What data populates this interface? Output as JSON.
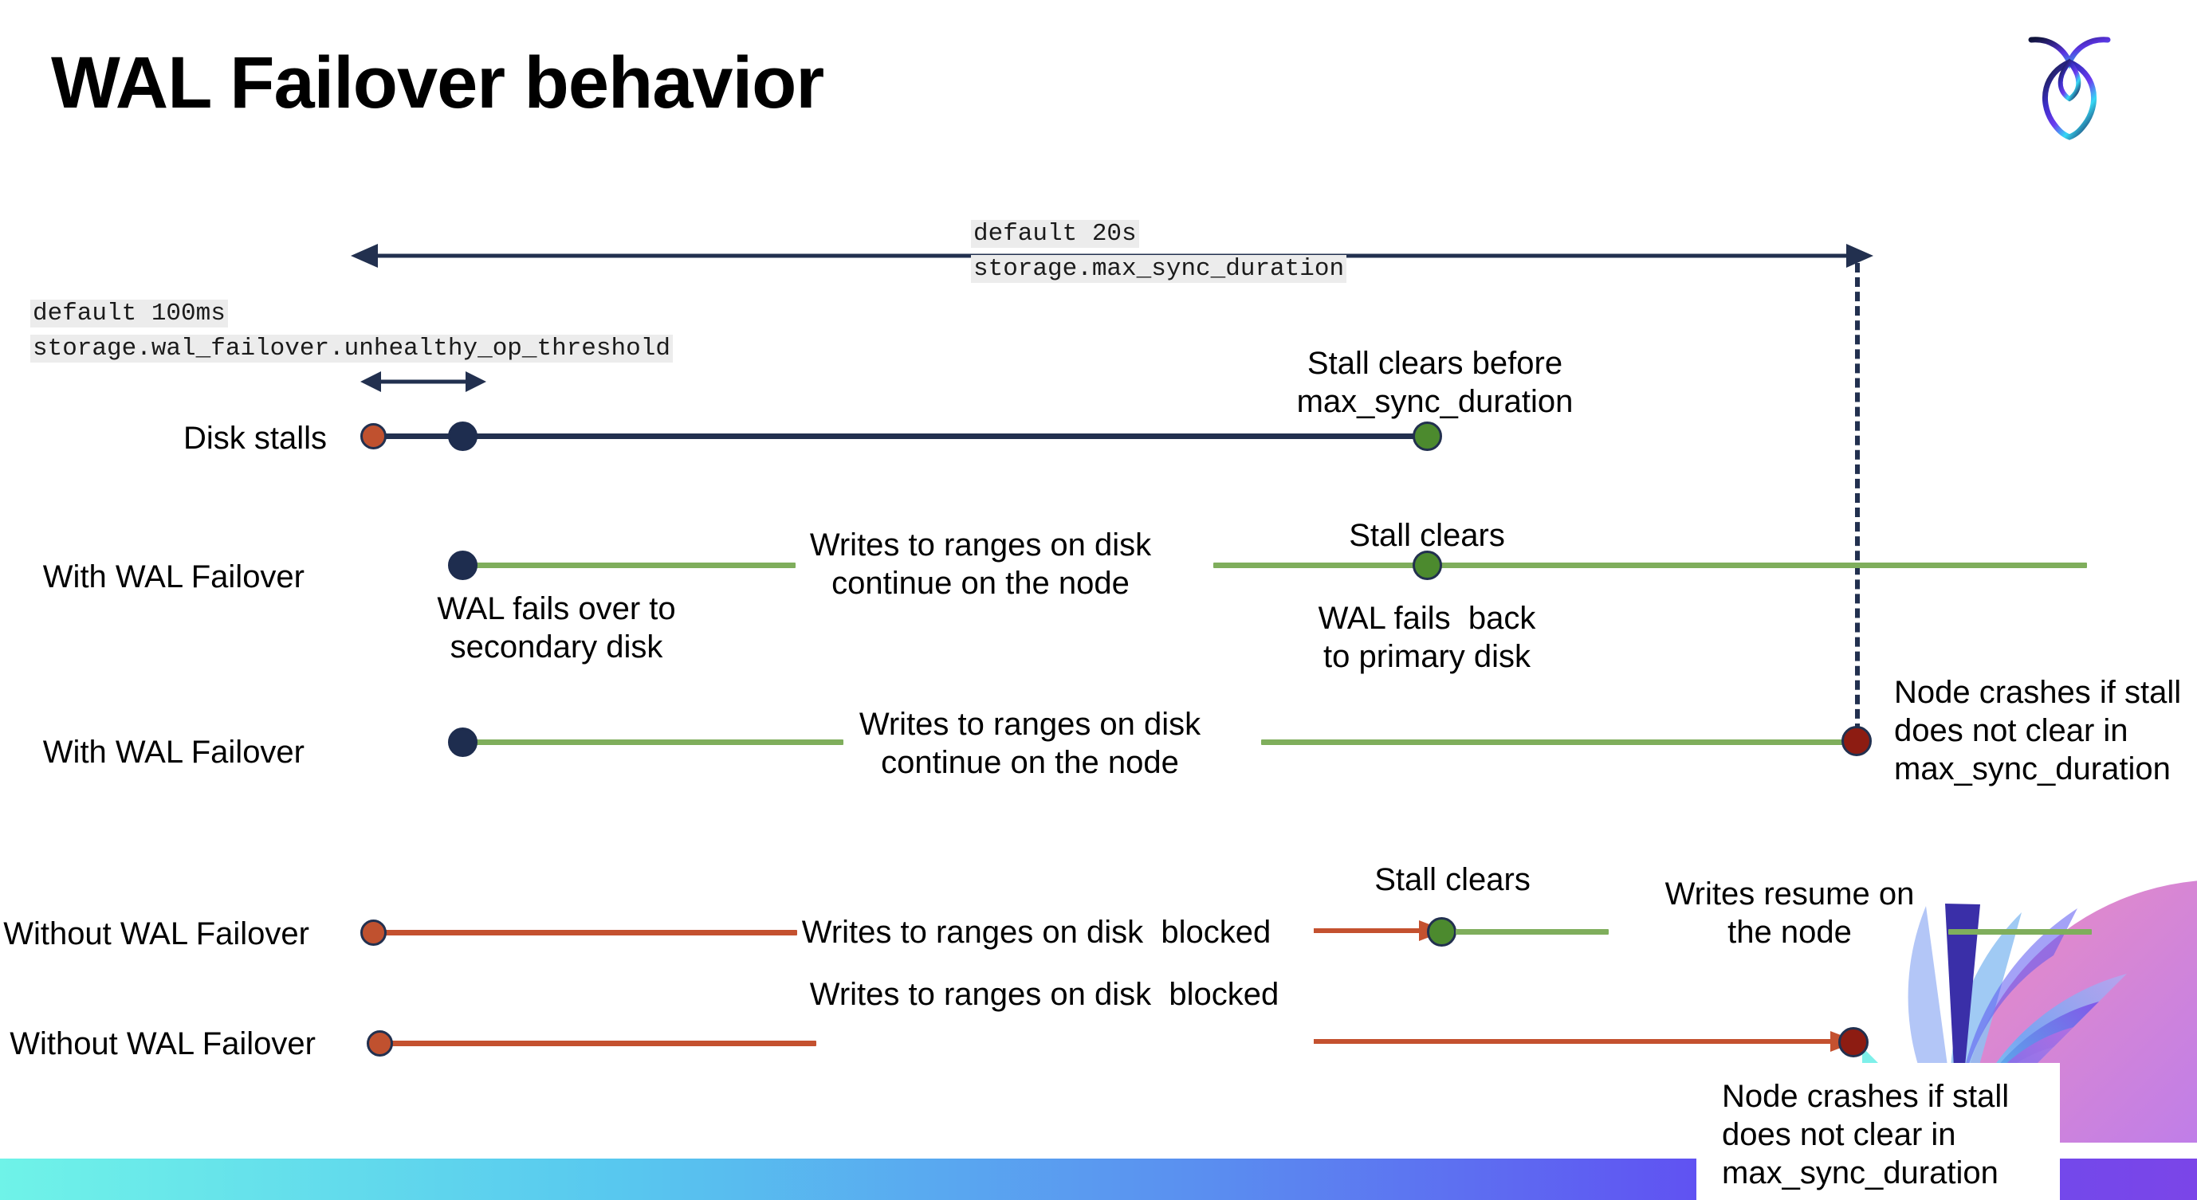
{
  "slide": {
    "title": "WAL Failover behavior",
    "logo_icon": "cockroachdb-logo-icon"
  },
  "annotations": {
    "max_sync": {
      "line1": "default 20s",
      "line2": "storage.max_sync_duration"
    },
    "unhealthy": {
      "line1": "default 100ms",
      "line2": "storage.wal_failover.unhealthy_op_threshold"
    }
  },
  "rows": [
    {
      "label": "Disk stalls",
      "notes": [
        {
          "id": "stall-clears-before",
          "text": "Stall clears before\nmax_sync_duration"
        }
      ]
    },
    {
      "label": "With WAL Failover",
      "notes": [
        {
          "id": "writes-continue-1",
          "text": "Writes to ranges on disk\ncontinue on the node"
        },
        {
          "id": "stall-clears-1",
          "text": "Stall clears"
        },
        {
          "id": "wal-fails-over",
          "text": "WAL fails over to\nsecondary disk"
        },
        {
          "id": "wal-fails-back",
          "text": "WAL fails  back\nto primary disk"
        }
      ]
    },
    {
      "label": "With WAL Failover",
      "notes": [
        {
          "id": "writes-continue-2",
          "text": "Writes to ranges on disk\ncontinue on the node"
        },
        {
          "id": "node-crashes-1",
          "text": "Node crashes if stall\ndoes not clear in\nmax_sync_duration"
        }
      ]
    },
    {
      "label": "Without WAL Failover",
      "notes": [
        {
          "id": "writes-blocked-1",
          "text": "Writes to ranges on disk  blocked"
        },
        {
          "id": "stall-clears-2",
          "text": "Stall clears"
        },
        {
          "id": "writes-resume",
          "text": "Writes resume on\nthe node"
        }
      ]
    },
    {
      "label": "Without WAL Failover",
      "notes": [
        {
          "id": "writes-blocked-2",
          "text": "Writes to ranges on disk  blocked"
        },
        {
          "id": "node-crashes-2",
          "text": "Node crashes if stall\ndoes not clear in\nmax_sync_duration"
        }
      ]
    }
  ],
  "colors": {
    "navy": "#22304f",
    "orange": "#c4512f",
    "green_line": "#7fae5c",
    "green_dot": "#4c8a2e",
    "dark_red": "#8d1c12",
    "code_bg": "#ececec"
  }
}
